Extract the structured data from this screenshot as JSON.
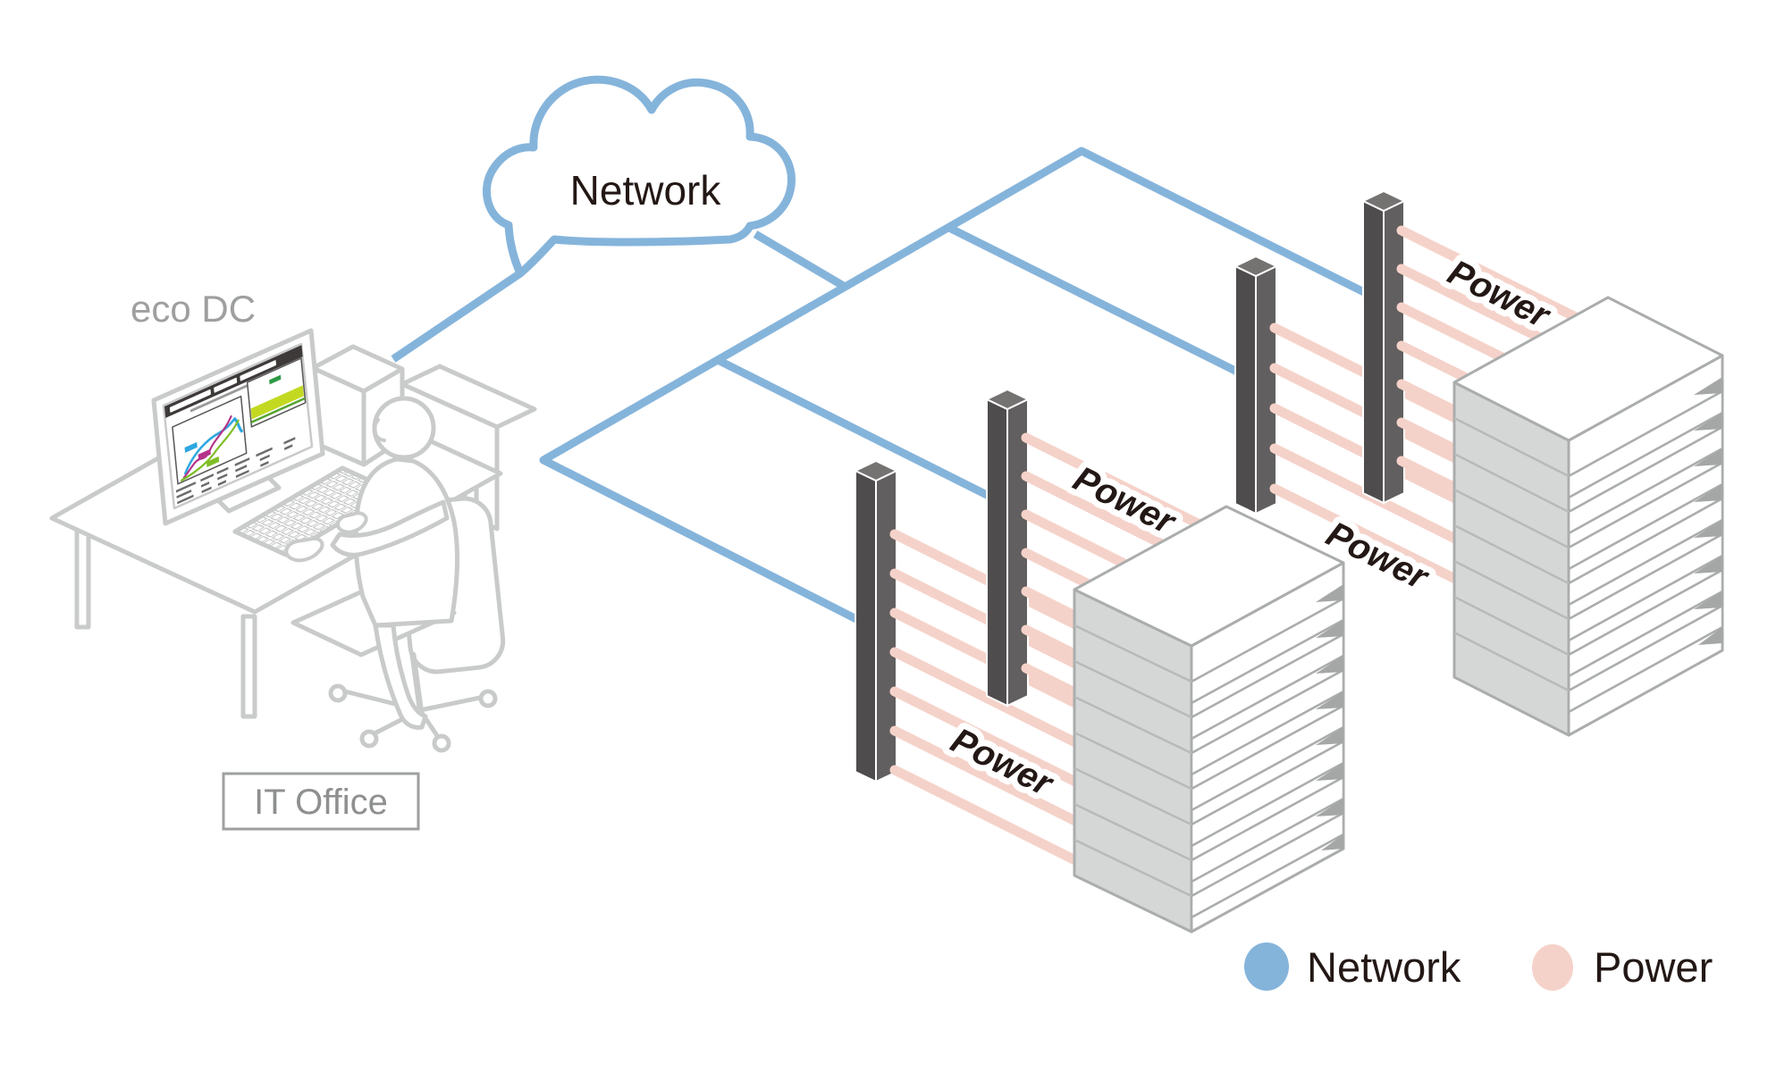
{
  "cloud": {
    "label": "Network"
  },
  "office": {
    "software_label": "eco DC",
    "room_label": "IT Office"
  },
  "power_line_labels": [
    "Power",
    "Power",
    "Power",
    "Power"
  ],
  "legend": {
    "network_label": "Network",
    "power_label": "Power"
  },
  "colors": {
    "network_blue": "#85B4DB",
    "power_pink": "#F5D2C9",
    "pdu_dark_front": "#4E4C4C",
    "pdu_dark_side": "#615F5F",
    "pdu_dark_top": "#757272",
    "rack_outline": "#ABADAD",
    "rack_side_gray": "#D5D6D6",
    "office_line_gray": "#C9CACA",
    "text_dark": "#231815",
    "text_gray": "#9E9F9F",
    "screen_header": "#3E3A39",
    "chart_blue": "#2EA7E0",
    "chart_magenta": "#B5338A",
    "chart_green": "#7FBE26",
    "chart_bar_green": "#C3D921"
  }
}
